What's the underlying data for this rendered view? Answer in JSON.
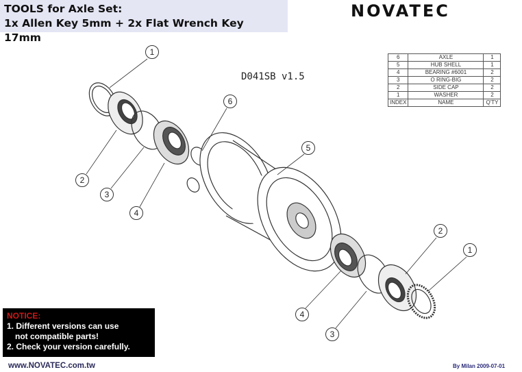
{
  "title": {
    "line1": "TOOLS for Axle Set:",
    "line2": "1x Allen Key 5mm + 2x Flat Wrench Key 17mm"
  },
  "logo": "NOVATEC",
  "version": "D041SB  v1.5",
  "parts_table": {
    "rows": [
      {
        "index": "6",
        "name": "AXLE",
        "qty": "1"
      },
      {
        "index": "5",
        "name": "HUB SHELL",
        "qty": "1"
      },
      {
        "index": "4",
        "name": "BEARING #6001",
        "qty": "2"
      },
      {
        "index": "3",
        "name": "O RING-BIG",
        "qty": "2"
      },
      {
        "index": "2",
        "name": "SIDE CAP",
        "qty": "2"
      },
      {
        "index": "1",
        "name": "WASHER",
        "qty": "2"
      }
    ],
    "header": {
      "index": "INDEX",
      "name": "NAME",
      "qty": "Q'TY"
    }
  },
  "callouts": [
    "1",
    "2",
    "3",
    "4",
    "6",
    "5",
    "2",
    "1",
    "4",
    "3"
  ],
  "notice": {
    "heading": "NOTICE:",
    "line1": "1. Different versions can use",
    "line2": "not compatible parts!",
    "line3": "2. Check your version carefully."
  },
  "footer": {
    "url": "www.NOVATEC.com.tw",
    "author": "By Milan 2009-07-01"
  }
}
